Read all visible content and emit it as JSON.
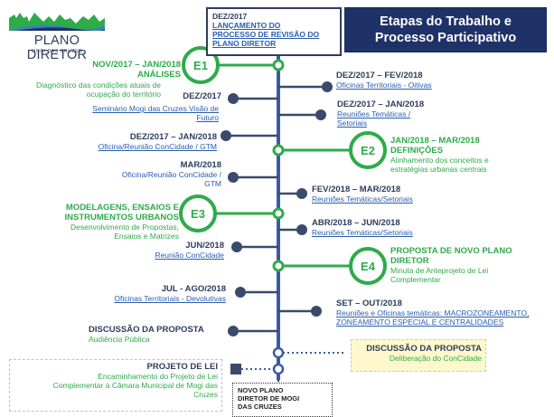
{
  "header": {
    "title_line1": "Etapas do Trabalho e",
    "title_line2": "Processo Participativo"
  },
  "logo": {
    "title": "PLANO DIRETOR",
    "subtitle": "MOGI DAS CRUZES"
  },
  "launch": {
    "date": "DEZ/2017",
    "line1": "LANÇAMENTO DO",
    "line2": "PROCESSO DE REVISÃO DO",
    "line3": "PLANO DIRETOR"
  },
  "stages": [
    {
      "badge": "E1",
      "date": "NOV/2017 – JAN/2018",
      "title": "ANÁLISES",
      "desc1": "Diagnóstico das condições atuais de",
      "desc2": "ocupação do território"
    },
    {
      "badge": "E2",
      "date": "JAN/2018 – MAR/2018",
      "title": "DEFINIÇÕES",
      "desc1": "Alinhamento dos conceitos e",
      "desc2": "estratégias urbanas centrais"
    },
    {
      "badge": "E3",
      "title1": "MODELAGENS, ENSAIOS E",
      "title2": "INSTRUMENTOS URBANOS",
      "desc1": "Desenvolvimento de Propostas,",
      "desc2": "Ensaios e Matrizes"
    },
    {
      "badge": "E4",
      "title1": "PROPOSTA DE NOVO PLANO",
      "title2": "DIRETOR",
      "desc1": "Minuta de Anteprojeto de Lei",
      "desc2": "Complementar"
    }
  ],
  "events_right": [
    {
      "date": "DEZ/2017 – FEV/2018",
      "link": "Oficinas Territoriais - Oitivas"
    },
    {
      "date": "DEZ/2017 – JAN/2018",
      "link1": "Reuniões Temáticas /",
      "link2": "Setoriais"
    },
    {
      "date": "FEV/2018 – MAR/2018",
      "link": "Reuniões Temáticas/Setoriais"
    },
    {
      "date": "ABR/2018 – JUN/2018",
      "link": "Reuniões Temáticas/Setoriais"
    },
    {
      "date": "SET – OUT/2018",
      "link1": "Reuniões e Oficinas  temáticas: MACROZONEAMENTO,",
      "link2": "ZONEAMENTO ESPECIAL E CENTRALIDADES"
    }
  ],
  "events_left": [
    {
      "date": "DEZ/2017",
      "link1": "Seminário Mogi das Cruzes Visão de",
      "link2": "Futuro"
    },
    {
      "date": "DEZ/2017 – JAN/2018",
      "link": "Oficina/Reunião ConCidade / GTM"
    },
    {
      "date": "MAR/2018",
      "desc1": "Oficina/Reunião ConCidade /",
      "desc2": "GTM"
    },
    {
      "date": "JUN/2018",
      "link": "Reunião ConCidade"
    },
    {
      "date": "JUL - AGO/2018",
      "link": "Oficinas Territoriais - Devolutivas"
    },
    {
      "date": "DISCUSSÃO DA PROPOSTA",
      "desc": "Audiência Pública"
    }
  ],
  "discussao": {
    "title": "DISCUSSÃO DA PROPOSTA",
    "desc": "Deliberação do ConCidade"
  },
  "projeto": {
    "title": "PROJETO DE LEI",
    "desc1": "Encaminhamento do Projeto de Lei",
    "desc2": "Complementar à Câmara Municipal de Mogi das",
    "desc3": "Cruzes"
  },
  "final": {
    "line1": "NOVO PLANO",
    "line2": "DIRETOR DE MOGI",
    "line3": "DAS CRUZES"
  },
  "colors": {
    "navy": "#1f3268",
    "timeline": "#3b5ba8",
    "green": "#2eab4a",
    "dark_dot": "#3a4a6b",
    "link": "#2a5db0"
  }
}
